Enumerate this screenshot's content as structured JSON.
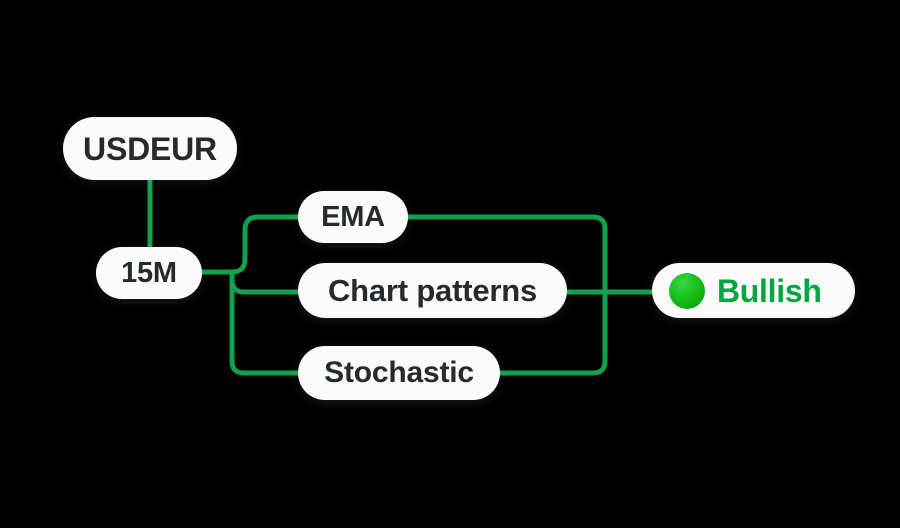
{
  "theme": {
    "background": "#000000",
    "node_fill": "#fbfbfb",
    "node_text": "#262a2d",
    "wire": "#10a14b",
    "accent_green": "#00a63e",
    "dot_green": "#1ec520"
  },
  "diagram": {
    "type": "flow-tree",
    "title_node": "USDEUR",
    "nodes": {
      "symbol": {
        "label": "USDEUR"
      },
      "timeframe": {
        "label": "15M"
      },
      "indicators": [
        {
          "label": "EMA"
        },
        {
          "label": "Chart patterns"
        },
        {
          "label": "Stochastic"
        }
      ],
      "verdict": {
        "label": "Bullish",
        "status_icon": "status-dot-green"
      }
    },
    "edges": [
      {
        "from": "USDEUR",
        "to": "15M"
      },
      {
        "from": "15M",
        "to": "EMA"
      },
      {
        "from": "15M",
        "to": "Chart patterns"
      },
      {
        "from": "15M",
        "to": "Stochastic"
      },
      {
        "from": "EMA",
        "to": "Bullish"
      },
      {
        "from": "Chart patterns",
        "to": "Bullish"
      },
      {
        "from": "Stochastic",
        "to": "Bullish"
      }
    ]
  }
}
